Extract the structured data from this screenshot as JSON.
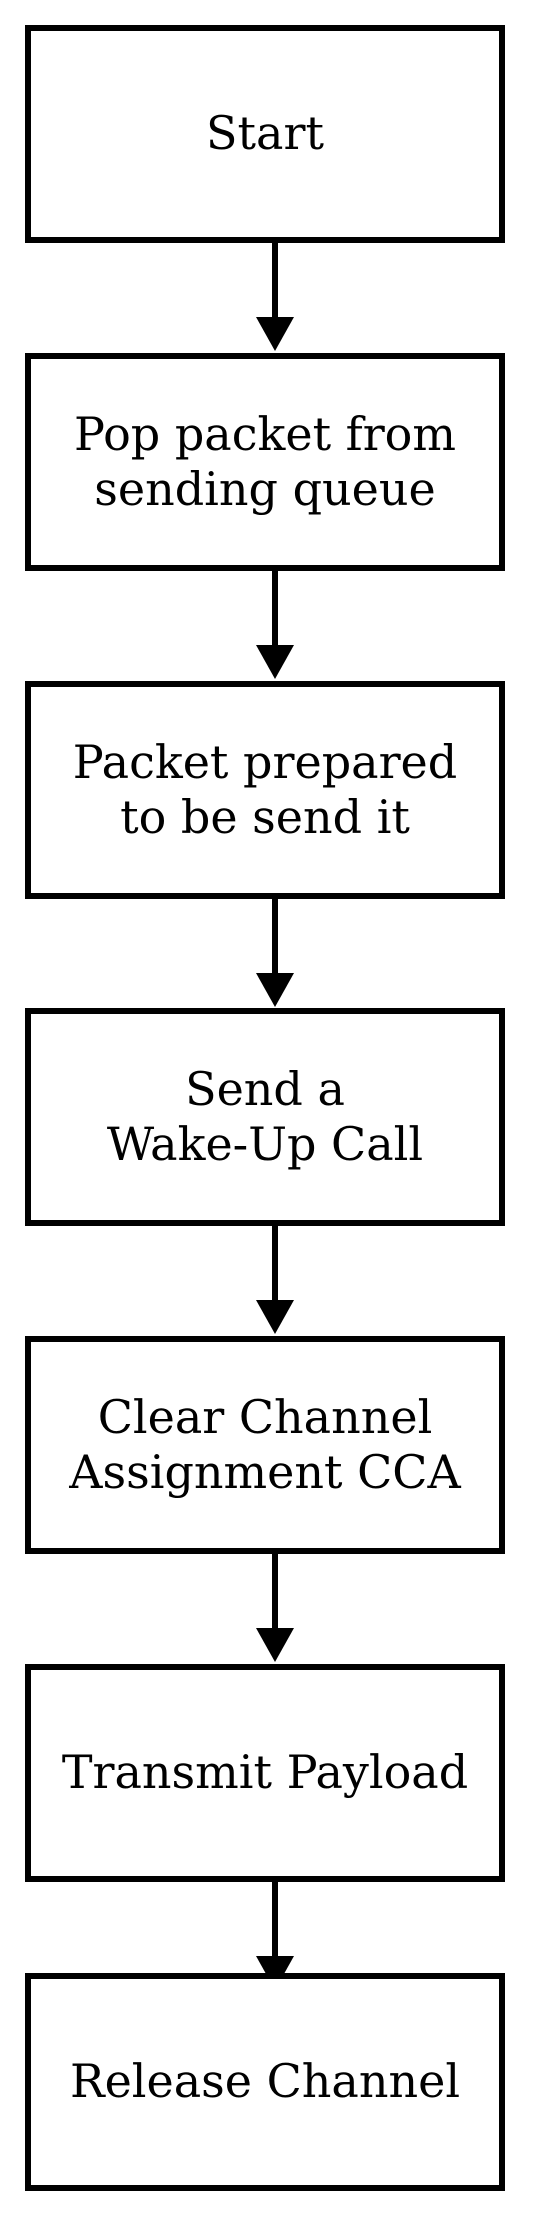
{
  "flowchart": {
    "steps": [
      {
        "label": "Start"
      },
      {
        "label": "Pop packet from\nsending queue"
      },
      {
        "label": "Packet prepared\nto be send it"
      },
      {
        "label": "Send a\nWake-Up Call"
      },
      {
        "label": "Clear Channel\nAssignment CCA"
      },
      {
        "label": "Transmit Payload"
      },
      {
        "label": "Release Channel"
      }
    ]
  },
  "colors": {
    "stroke": "#000000",
    "background": "#ffffff"
  }
}
